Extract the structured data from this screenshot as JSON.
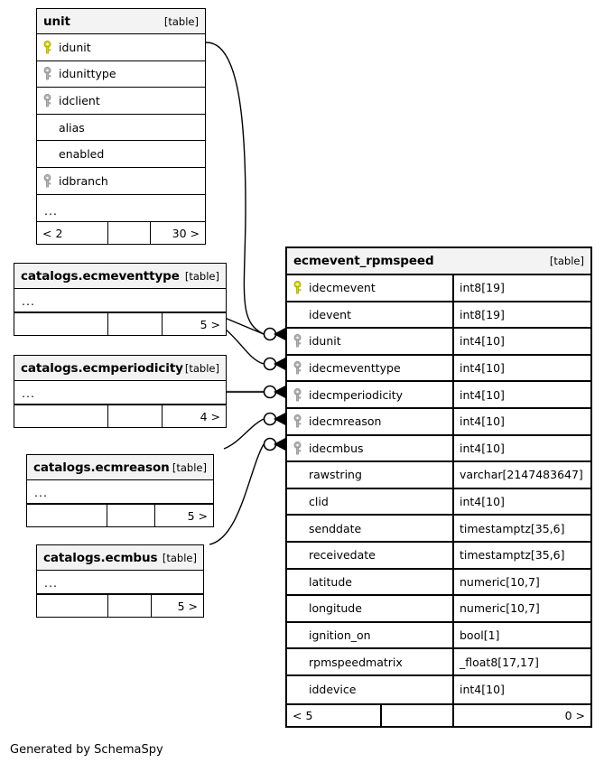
{
  "diagram": {
    "caption": "Generated by SchemaSpy",
    "table_tag": "[table]",
    "ellipsis": "...",
    "colors": {
      "pk_key": "#d8d400",
      "fk_key": "#b0b0b0",
      "header_bg": "#f3f3f3",
      "border": "#000000",
      "background": "#ffffff"
    }
  },
  "tables": {
    "unit": {
      "name": "unit",
      "tag": "[table]",
      "columns": [
        {
          "name": "idunit",
          "key": "pk"
        },
        {
          "name": "idunittype",
          "key": "fk"
        },
        {
          "name": "idclient",
          "key": "fk"
        },
        {
          "name": "alias",
          "key": "none"
        },
        {
          "name": "enabled",
          "key": "none"
        },
        {
          "name": "idbranch",
          "key": "fk"
        }
      ],
      "ellipsis": "...",
      "footer": {
        "left": "< 2",
        "middle": "",
        "right": "30 >"
      }
    },
    "ecmeventtype": {
      "name": "catalogs.ecmeventtype",
      "tag": "[table]",
      "ellipsis": "...",
      "footer": {
        "left": "",
        "middle": "",
        "right": "5 >"
      }
    },
    "ecmperiodicity": {
      "name": "catalogs.ecmperiodicity",
      "tag": "[table]",
      "ellipsis": "...",
      "footer": {
        "left": "",
        "middle": "",
        "right": "4 >"
      }
    },
    "ecmreason": {
      "name": "catalogs.ecmreason",
      "tag": "[table]",
      "ellipsis": "...",
      "footer": {
        "left": "",
        "middle": "",
        "right": "5 >"
      }
    },
    "ecmbus": {
      "name": "catalogs.ecmbus",
      "tag": "[table]",
      "ellipsis": "...",
      "footer": {
        "left": "",
        "middle": "",
        "right": "5 >"
      }
    },
    "ecmevent_rpmspeed": {
      "name": "ecmevent_rpmspeed",
      "tag": "[table]",
      "columns": [
        {
          "name": "idecmevent",
          "type": "int8[19]",
          "key": "pk"
        },
        {
          "name": "idevent",
          "type": "int8[19]",
          "key": "none"
        },
        {
          "name": "idunit",
          "type": "int4[10]",
          "key": "fk"
        },
        {
          "name": "idecmeventtype",
          "type": "int4[10]",
          "key": "fk"
        },
        {
          "name": "idecmperiodicity",
          "type": "int4[10]",
          "key": "fk"
        },
        {
          "name": "idecmreason",
          "type": "int4[10]",
          "key": "fk"
        },
        {
          "name": "idecmbus",
          "type": "int4[10]",
          "key": "fk"
        },
        {
          "name": "rawstring",
          "type": "varchar[2147483647]",
          "key": "none"
        },
        {
          "name": "clid",
          "type": "int4[10]",
          "key": "none"
        },
        {
          "name": "senddate",
          "type": "timestamptz[35,6]",
          "key": "none"
        },
        {
          "name": "receivedate",
          "type": "timestamptz[35,6]",
          "key": "none"
        },
        {
          "name": "latitude",
          "type": "numeric[10,7]",
          "key": "none"
        },
        {
          "name": "longitude",
          "type": "numeric[10,7]",
          "key": "none"
        },
        {
          "name": "ignition_on",
          "type": "bool[1]",
          "key": "none"
        },
        {
          "name": "rpmspeedmatrix",
          "type": "_float8[17,17]",
          "key": "none"
        },
        {
          "name": "iddevice",
          "type": "int4[10]",
          "key": "none"
        }
      ],
      "footer": {
        "left": "< 5",
        "middle": "",
        "right": "0 >"
      }
    }
  },
  "relationships": [
    {
      "from": "unit.idunit",
      "to": "ecmevent_rpmspeed.idunit"
    },
    {
      "from": "catalogs.ecmeventtype",
      "to": "ecmevent_rpmspeed.idecmeventtype"
    },
    {
      "from": "catalogs.ecmperiodicity",
      "to": "ecmevent_rpmspeed.idecmperiodicity"
    },
    {
      "from": "catalogs.ecmreason",
      "to": "ecmevent_rpmspeed.idecmreason"
    },
    {
      "from": "catalogs.ecmbus",
      "to": "ecmevent_rpmspeed.idecmbus"
    }
  ]
}
